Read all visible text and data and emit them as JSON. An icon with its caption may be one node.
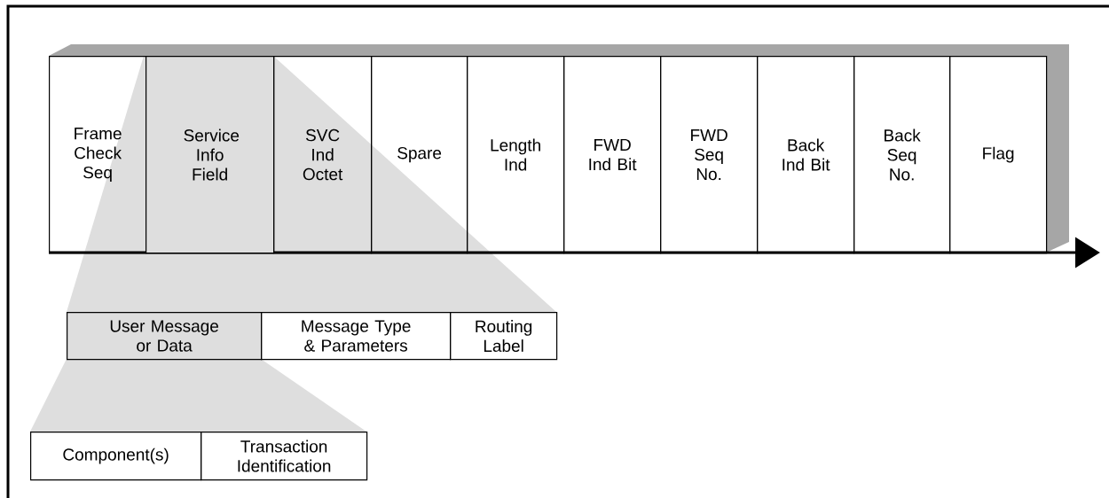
{
  "diagram": {
    "nodes": [
      {
        "text": [
          "Frame Check Seq"
        ]
      },
      {
        "text": [
          "Service Info Field"
        ]
      },
      {
        "text": [
          "SVC Ind Octet"
        ]
      },
      {
        "text": [
          "Spare"
        ]
      },
      {
        "text": [
          "Length Ind"
        ]
      },
      {
        "text": [
          "FWD Ind Bit"
        ]
      },
      {
        "text": [
          "FWD Seq No."
        ]
      },
      {
        "text": [
          "Back Ind Bit"
        ]
      },
      {
        "text": [
          "Back Seq No."
        ]
      },
      {
        "text": [
          "Flag"
        ]
      },
      {
        "text": [
          "User Message or Data"
        ]
      },
      {
        "text": [
          "Message Type & Parameters"
        ]
      },
      {
        "text": [
          "Routing Label"
        ]
      },
      {
        "text": [
          "Component(s)"
        ]
      },
      {
        "text": [
          "Transaction Identification"
        ]
      }
    ]
  }
}
